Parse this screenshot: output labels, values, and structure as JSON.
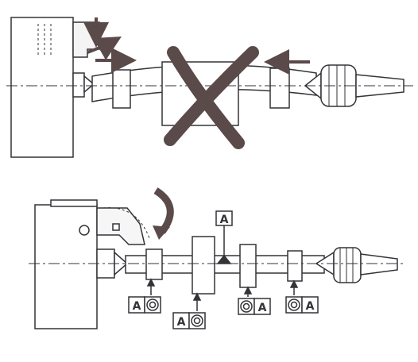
{
  "colors": {
    "ink": "#333338",
    "accent": "#5a4a4a",
    "paper": "#ffffff"
  },
  "labels": {
    "datum_top": "A",
    "ref_left": "A",
    "ref_mid": "A",
    "ref_right1": "A",
    "ref_right2": "A"
  },
  "icons": {
    "wrong": "x-mark-icon",
    "load": "curved-arrow-icon",
    "concentricity": "concentric-circles-icon"
  }
}
